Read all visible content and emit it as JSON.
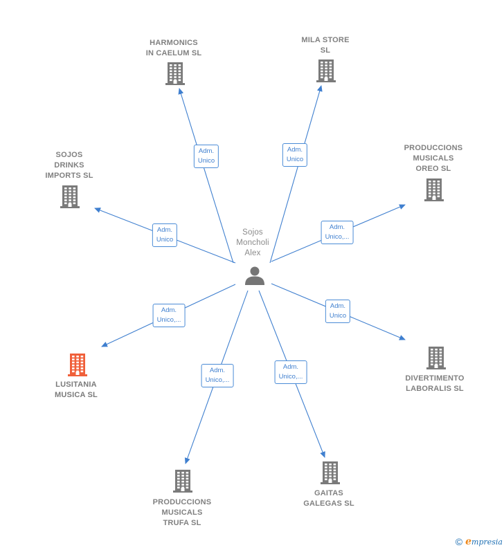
{
  "colors": {
    "edge": "#3f7fcf",
    "company_icon": "#7a7a7a",
    "highlight_icon": "#f0603a",
    "person_icon": "#757575"
  },
  "center": {
    "id": "person",
    "label_lines": [
      "Sojos",
      "Moncholi",
      "Alex"
    ],
    "icon": "person-icon"
  },
  "nodes": [
    {
      "id": "harmonics",
      "label_lines": [
        "HARMONICS",
        "IN CAELUM  SL"
      ],
      "icon": "building-icon",
      "highlight": false,
      "edge_label_lines": [
        "Adm.",
        "Unico"
      ]
    },
    {
      "id": "mila",
      "label_lines": [
        "MILA STORE",
        "SL"
      ],
      "icon": "building-icon",
      "highlight": false,
      "edge_label_lines": [
        "Adm.",
        "Unico"
      ]
    },
    {
      "id": "oreo",
      "label_lines": [
        "PRODUCCIONS",
        "MUSICALS",
        "OREO  SL"
      ],
      "icon": "building-icon",
      "highlight": false,
      "edge_label_lines": [
        "Adm.",
        "Unico,..."
      ]
    },
    {
      "id": "divertimento",
      "label_lines": [
        "DIVERTIMENTO",
        "LABORALIS  SL"
      ],
      "icon": "building-icon",
      "highlight": false,
      "edge_label_lines": [
        "Adm.",
        "Unico"
      ]
    },
    {
      "id": "gaitas",
      "label_lines": [
        "GAITAS",
        "GALEGAS  SL"
      ],
      "icon": "building-icon",
      "highlight": false,
      "edge_label_lines": [
        "Adm.",
        "Unico,..."
      ]
    },
    {
      "id": "trufa",
      "label_lines": [
        "PRODUCCIONS",
        "MUSICALS",
        "TRUFA  SL"
      ],
      "icon": "building-icon",
      "highlight": false,
      "edge_label_lines": [
        "Adm.",
        "Unico,..."
      ]
    },
    {
      "id": "lusitania",
      "label_lines": [
        "LUSITANIA",
        "MUSICA  SL"
      ],
      "icon": "building-icon",
      "highlight": true,
      "edge_label_lines": [
        "Adm.",
        "Unico,..."
      ]
    },
    {
      "id": "sojos_drinks",
      "label_lines": [
        "SOJOS",
        "DRINKS",
        "IMPORTS  SL"
      ],
      "icon": "building-icon",
      "highlight": false,
      "edge_label_lines": [
        "Adm.",
        "Unico"
      ]
    }
  ],
  "footer": {
    "copyright": "©",
    "brand_initial": "e",
    "brand_rest": "mpresia"
  }
}
